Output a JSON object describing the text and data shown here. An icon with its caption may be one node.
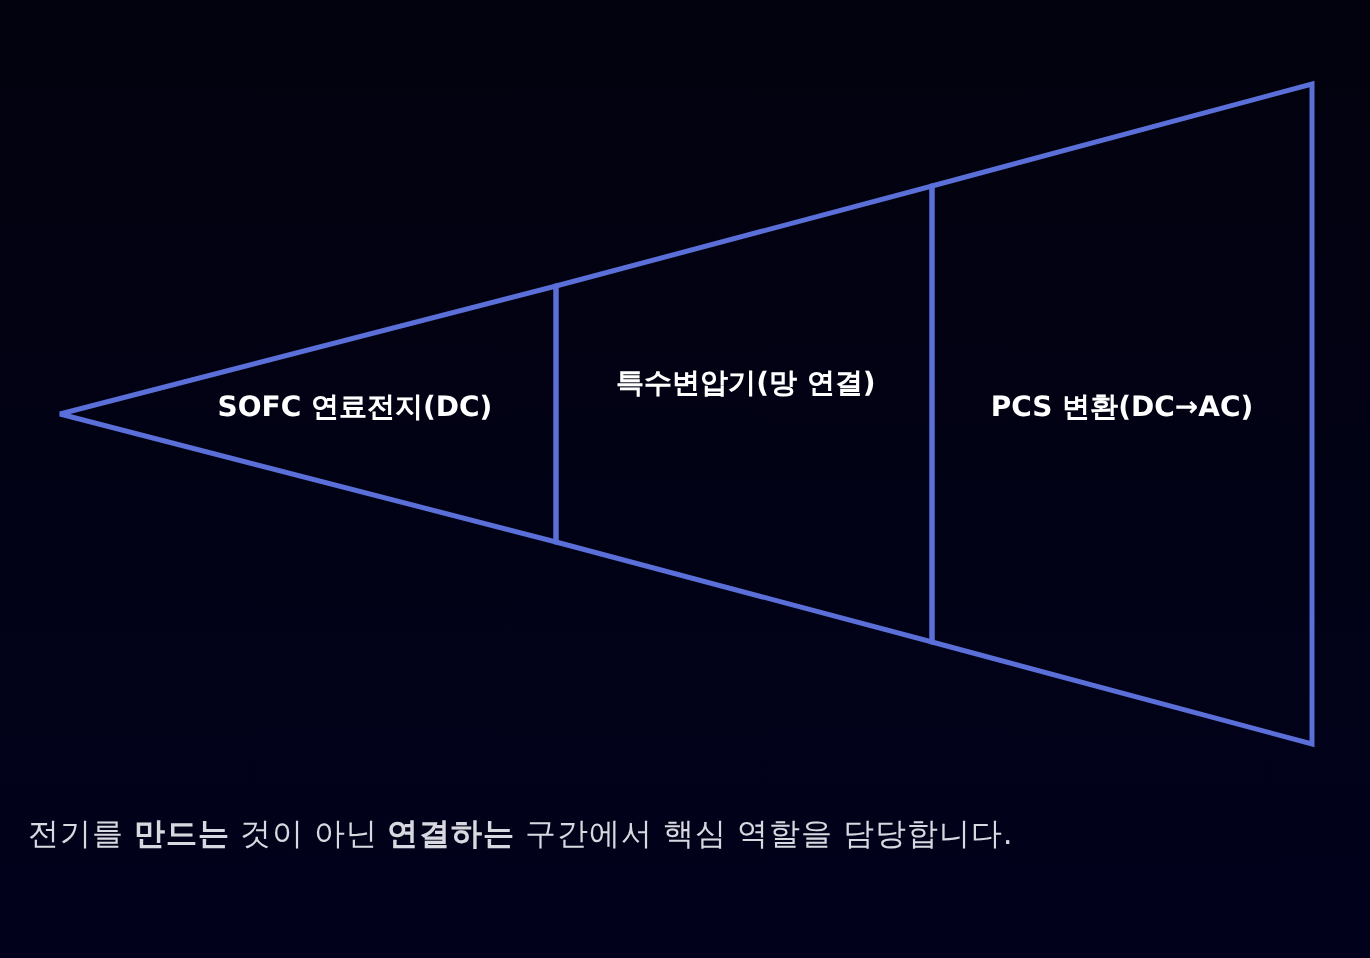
{
  "diagram": {
    "nodes": [
      {
        "text": [
          "SOFC 연료전지(DC)"
        ]
      },
      {
        "text": [
          "특수변압기(망 연결)"
        ]
      },
      {
        "text": [
          "PCS 변환(DC→AC)"
        ]
      }
    ],
    "caption": "전기를 **만드는** 것이 아닌 **연결하는** 구간에서 핵심 역할을 담당합니다."
  }
}
